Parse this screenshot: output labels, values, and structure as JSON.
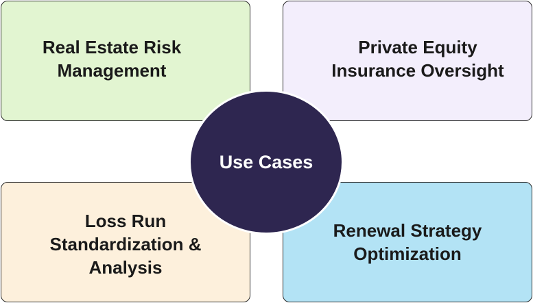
{
  "diagram": {
    "center": {
      "label": "Use Cases",
      "color": "#2e2650"
    },
    "items": [
      {
        "line1": "Real Estate Risk",
        "line2": "Management",
        "color": "#e2f5d1"
      },
      {
        "line1": "Private Equity",
        "line2": "Insurance Oversight",
        "color": "#f3eefc"
      },
      {
        "line1": "Loss Run",
        "line2": "Standardization &",
        "line3": "Analysis",
        "color": "#fdf0dc"
      },
      {
        "line1": "Renewal Strategy",
        "line2": "Optimization",
        "color": "#b3e3f5"
      }
    ]
  }
}
